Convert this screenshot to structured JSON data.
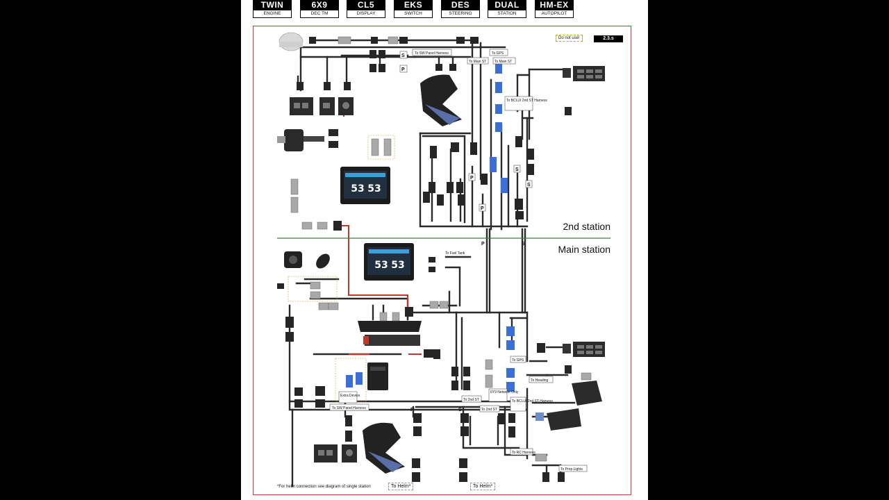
{
  "tabs": [
    {
      "title": "TWIN",
      "sub": "ENGINE"
    },
    {
      "title": "6X9",
      "sub": "DEC TM"
    },
    {
      "title": "CL5",
      "sub": "DISPLAY"
    },
    {
      "title": "EKS",
      "sub": "SWITCH"
    },
    {
      "title": "DES",
      "sub": "STEERING"
    },
    {
      "title": "DUAL",
      "sub": "STATION"
    },
    {
      "title": "HM-EX",
      "sub": "AUTOPILOT"
    }
  ],
  "version": "2.3.s",
  "warning": "Do not use!",
  "stations": {
    "second": "2nd station",
    "main": "Main station"
  },
  "display": {
    "left": "53",
    "right": "53"
  },
  "labels": {
    "sw_panel": "To SW Panel Harness",
    "gps": "To GPS",
    "main_st": "To Main ST",
    "bclu": "To BCLU/ 2nd ST Harness",
    "fuel_tank": "To Fuel Tank",
    "heading": "To Heading",
    "second_st": "To 2nd ST",
    "network": "6Y9 Network Only",
    "extra_device": "Extra Device",
    "rc_harness": "To RC Harness",
    "prop_lights": "To Prop Lights"
  },
  "pins": {
    "p": "P",
    "s": "S"
  },
  "footnote": "*For helm connection see diagram of single station",
  "to_helm": "To Helm*",
  "colors": {
    "frame": "#c8383d",
    "divider": "#2e8b2e",
    "wire": "#222222",
    "red_wire": "#c0392b",
    "blue_conn": "#3a6fd8"
  }
}
